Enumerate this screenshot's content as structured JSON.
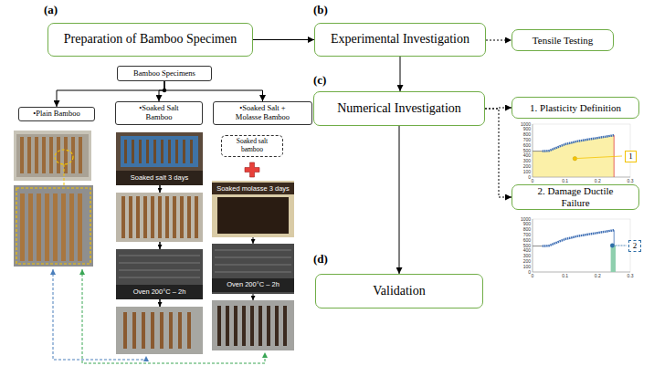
{
  "diagram": {
    "nodes": [
      {
        "text": [
          "Preparation of Bamboo Specimen"
        ]
      },
      {
        "text": [
          "Experimental Investigation"
        ]
      },
      {
        "text": [
          "Tensile Testing"
        ]
      },
      {
        "text": [
          "Numerical Investigation"
        ]
      },
      {
        "text": [
          "1. Plasticity Definition"
        ]
      },
      {
        "text": [
          "2. Damage Ductile Failure"
        ]
      },
      {
        "text": [
          "Validation"
        ]
      },
      {
        "text": [
          "Bamboo Specimens"
        ]
      },
      {
        "text": [
          "•Plain Bamboo"
        ]
      },
      {
        "text": [
          "•Soaked Salt Bamboo"
        ]
      },
      {
        "text": [
          "•Soaked Salt + Molasse Bamboo"
        ]
      },
      {
        "text": [
          "Soaked salt bamboo"
        ]
      }
    ],
    "edges": [
      {
        "from": 0,
        "to": 1,
        "arrow": "to"
      },
      {
        "from": 1,
        "to": 2,
        "arrow": "to"
      },
      {
        "from": 1,
        "to": 3,
        "arrow": "to"
      },
      {
        "from": 3,
        "to": 6,
        "arrow": "to"
      },
      {
        "from": 3,
        "to": 4,
        "arrow": "to"
      },
      {
        "from": 3,
        "to": 5,
        "arrow": "to"
      },
      {
        "from": 7,
        "to": 8,
        "arrow": "to"
      },
      {
        "from": 7,
        "to": 9,
        "arrow": "to"
      },
      {
        "from": 7,
        "to": 10,
        "arrow": "to"
      }
    ],
    "labels": [
      "(a)",
      "(b)",
      "(c)",
      "(d)",
      "Soaked salt 3 days",
      "Oven 200°C – 2h",
      "Soaked molasse 3 days",
      "Oven 200°C – 2h",
      "1000",
      "900",
      "800",
      "700",
      "600",
      "500",
      "400",
      "300",
      "200",
      "100",
      "0",
      "0",
      "0.1",
      "0.2",
      "0.3",
      "1",
      "1000",
      "900",
      "800",
      "700",
      "600",
      "500",
      "400",
      "300",
      "200",
      "100",
      "0",
      "0",
      "0.1",
      "0.2",
      "0.3",
      "2"
    ]
  }
}
